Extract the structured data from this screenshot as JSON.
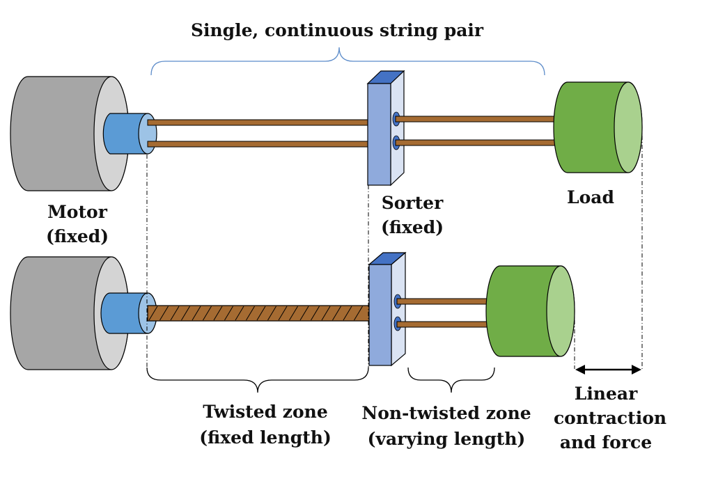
{
  "labels": {
    "top_brace": "Single, continuous string pair",
    "motor_line1": "Motor",
    "motor_line2": "(fixed)",
    "sorter_line1": "Sorter",
    "sorter_line2": "(fixed)",
    "load": "Load",
    "twisted_line1": "Twisted zone",
    "twisted_line2": "(fixed length)",
    "nontwisted_line1": "Non-twisted zone",
    "nontwisted_line2": "(varying length)",
    "linear_line1": "Linear",
    "linear_line2": "contraction",
    "linear_line3": "and force"
  },
  "colors": {
    "motor_body": "#a6a6a6",
    "motor_face": "#d4d4d4",
    "shaft_body": "#5b9bd5",
    "shaft_face": "#9dc3e6",
    "string": "#a56b32",
    "sorter_front": "#8faadc",
    "sorter_top": "#4472c4",
    "sorter_side": "#dae3f3",
    "sorter_hole": "#4472c4",
    "load_body": "#70ad47",
    "load_face": "#a9d18e",
    "brace_top": "#5b8bc9",
    "outline": "#000000"
  }
}
